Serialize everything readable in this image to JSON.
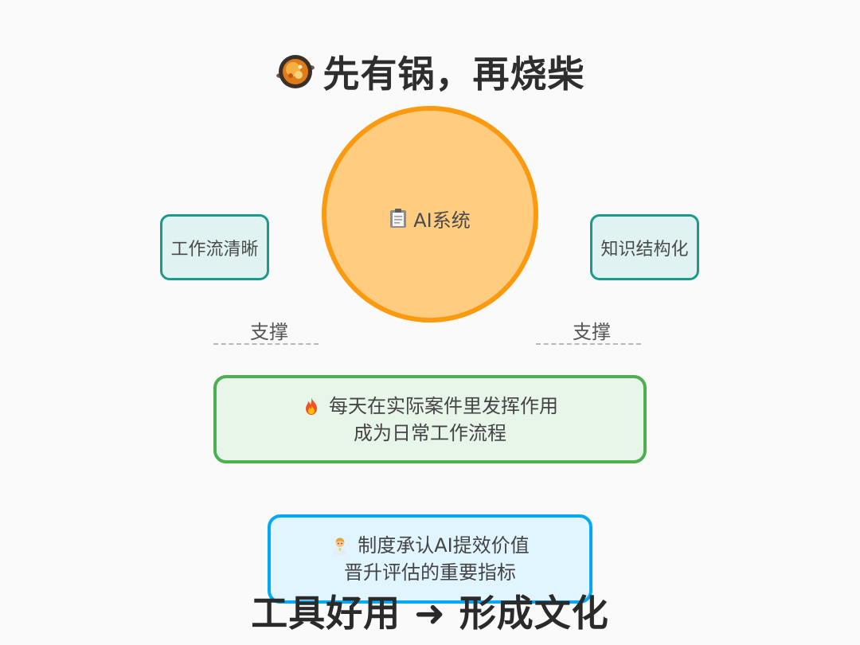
{
  "title": {
    "icon": "pot-icon",
    "text": "先有锅，再烧柴"
  },
  "core": {
    "icon": "clipboard-icon",
    "label": "AI系统",
    "fill_color": "#ffcc80",
    "border_color": "#fb9a0e"
  },
  "pillars": {
    "left": "工作流清晰",
    "right": "知识结构化",
    "support_left": "支撑",
    "support_right": "支撑",
    "fill_color": "#e0f2f1",
    "border_color": "#1a9a8a"
  },
  "daily_use": {
    "icon": "fire-icon",
    "line1": "每天在实际案件里发挥作用",
    "line2": "成为日常工作流程",
    "fill_color": "#e8f5e9",
    "border_color": "#4caf50"
  },
  "institution": {
    "icon": "office-worker-icon",
    "line1": "制度承认AI提效价值",
    "line2": "晋升评估的重要指标",
    "fill_color": "#e1f5fe",
    "border_color": "#03a9f4"
  },
  "conclusion": {
    "text": "工具好用 ➜ 形成文化"
  }
}
